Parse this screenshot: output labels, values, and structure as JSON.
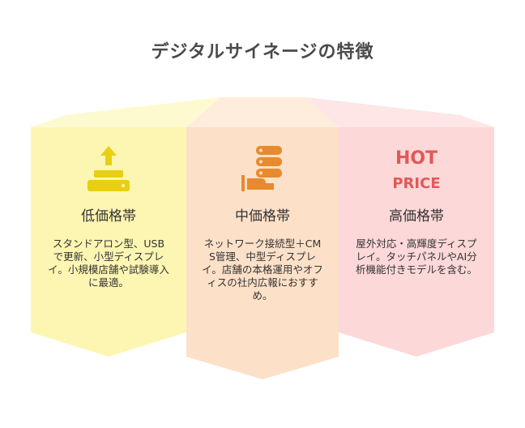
{
  "title": "デジタルサイネージの特徴",
  "colors": {
    "low": "#fdf6b2",
    "low_top": "#fefad0",
    "low_icon": "#e8cf12",
    "mid": "#fde0c8",
    "mid_top": "#feecdc",
    "mid_icon": "#e88a2e",
    "high": "#fdd8d8",
    "high_top": "#fee6e6",
    "high_icon": "#e45858"
  },
  "columns": [
    {
      "icon": "upload-tray-icon",
      "heading": "低価格帯",
      "description": "スタンドアロン型、USBで更新、小型ディスプレイ。小規模店舗や試験導入に最適。"
    },
    {
      "icon": "server-hand-icon",
      "heading": "中価格帯",
      "description": "ネットワーク接続型＋CMS管理、中型ディスプレイ。店舗の本格運用やオフィスの社内広報におすすめ。"
    },
    {
      "icon": "hot-price-icon",
      "heading": "高価格帯",
      "description": "屋外対応・高輝度ディスプレイ。タッチパネルやAI分析機能付きモデルを含む。",
      "icon_text_top": "HOT",
      "icon_text_bottom": "PRICE"
    }
  ]
}
